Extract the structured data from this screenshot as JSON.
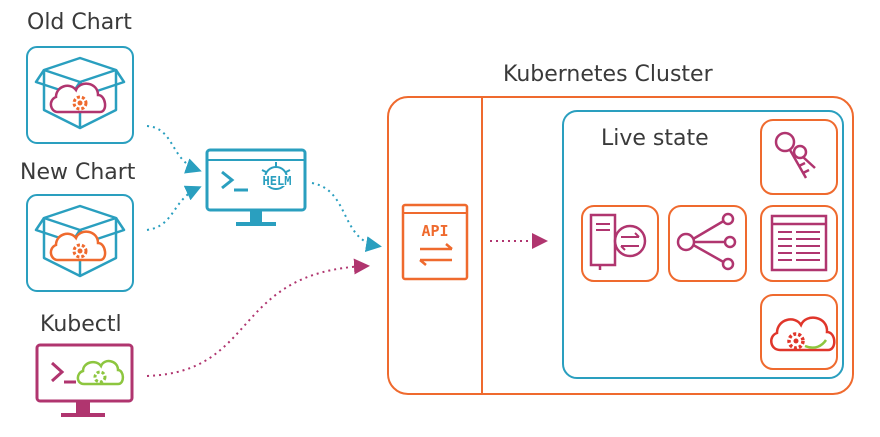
{
  "labels": {
    "old_chart": "Old Chart",
    "new_chart": "New Chart",
    "kubectl": "Kubectl",
    "cluster": "Kubernetes Cluster",
    "live_state": "Live state",
    "helm": "HELM",
    "api": "API"
  },
  "colors": {
    "teal": "#2a9fbf",
    "orange": "#ef6a2e",
    "magenta": "#b0356f",
    "green": "#8dc63f",
    "red": "#e0362b"
  },
  "icons": [
    "chart-box-icon",
    "cloud-gear-icon",
    "helm-terminal-icon",
    "kubectl-terminal-icon",
    "api-window-icon",
    "keys-icon",
    "server-exchange-icon",
    "share-nodes-icon",
    "config-table-icon"
  ]
}
